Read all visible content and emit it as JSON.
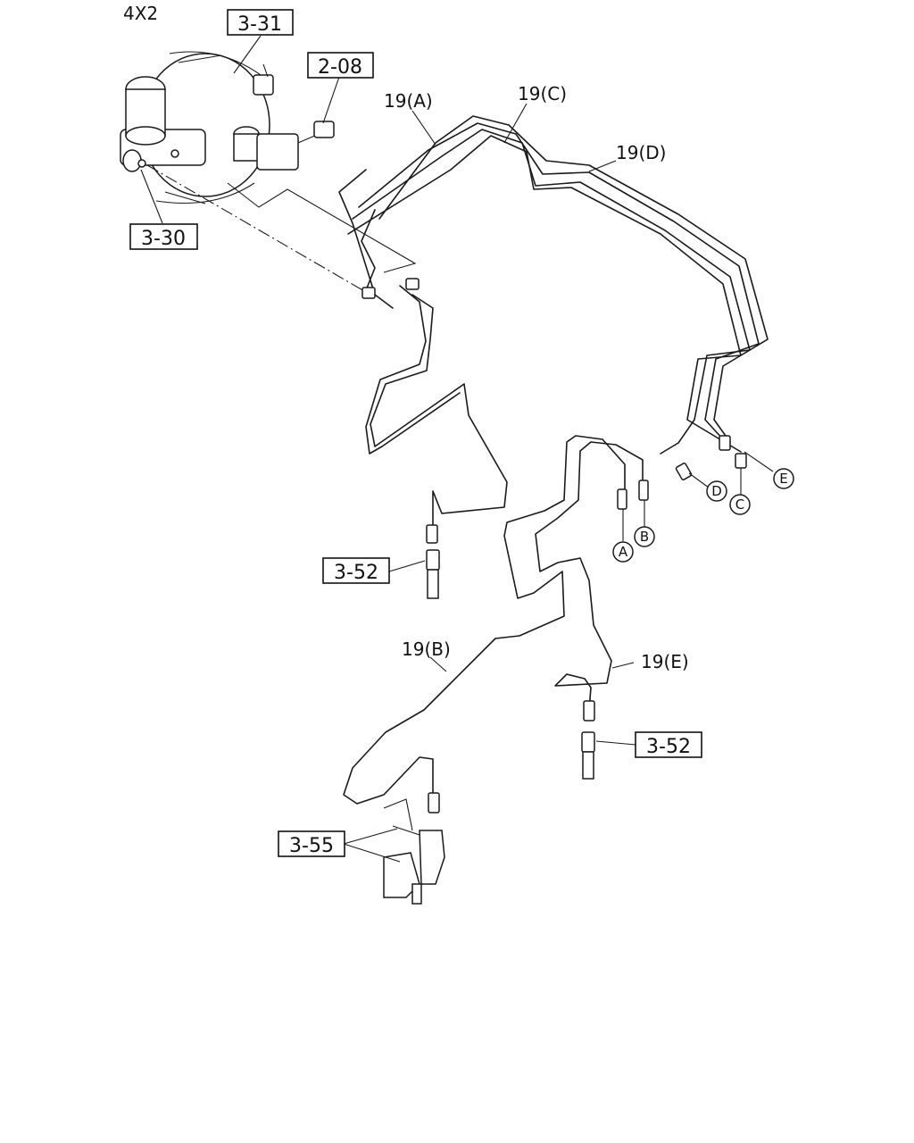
{
  "variant": "4X2",
  "part_refs": {
    "booster": "3-31",
    "clutch_master": "2-08",
    "brake_master": "3-30",
    "front_hose_left": "3-52",
    "front_hose_right": "3-52",
    "rear_clip": "3-55"
  },
  "pipe_labels": {
    "a": "19(A)",
    "b": "19(B)",
    "c": "19(C)",
    "d": "19(D)",
    "e": "19(E)"
  },
  "connection_markers": {
    "a": "A",
    "b": "B",
    "c": "C",
    "d": "D",
    "e": "E"
  }
}
